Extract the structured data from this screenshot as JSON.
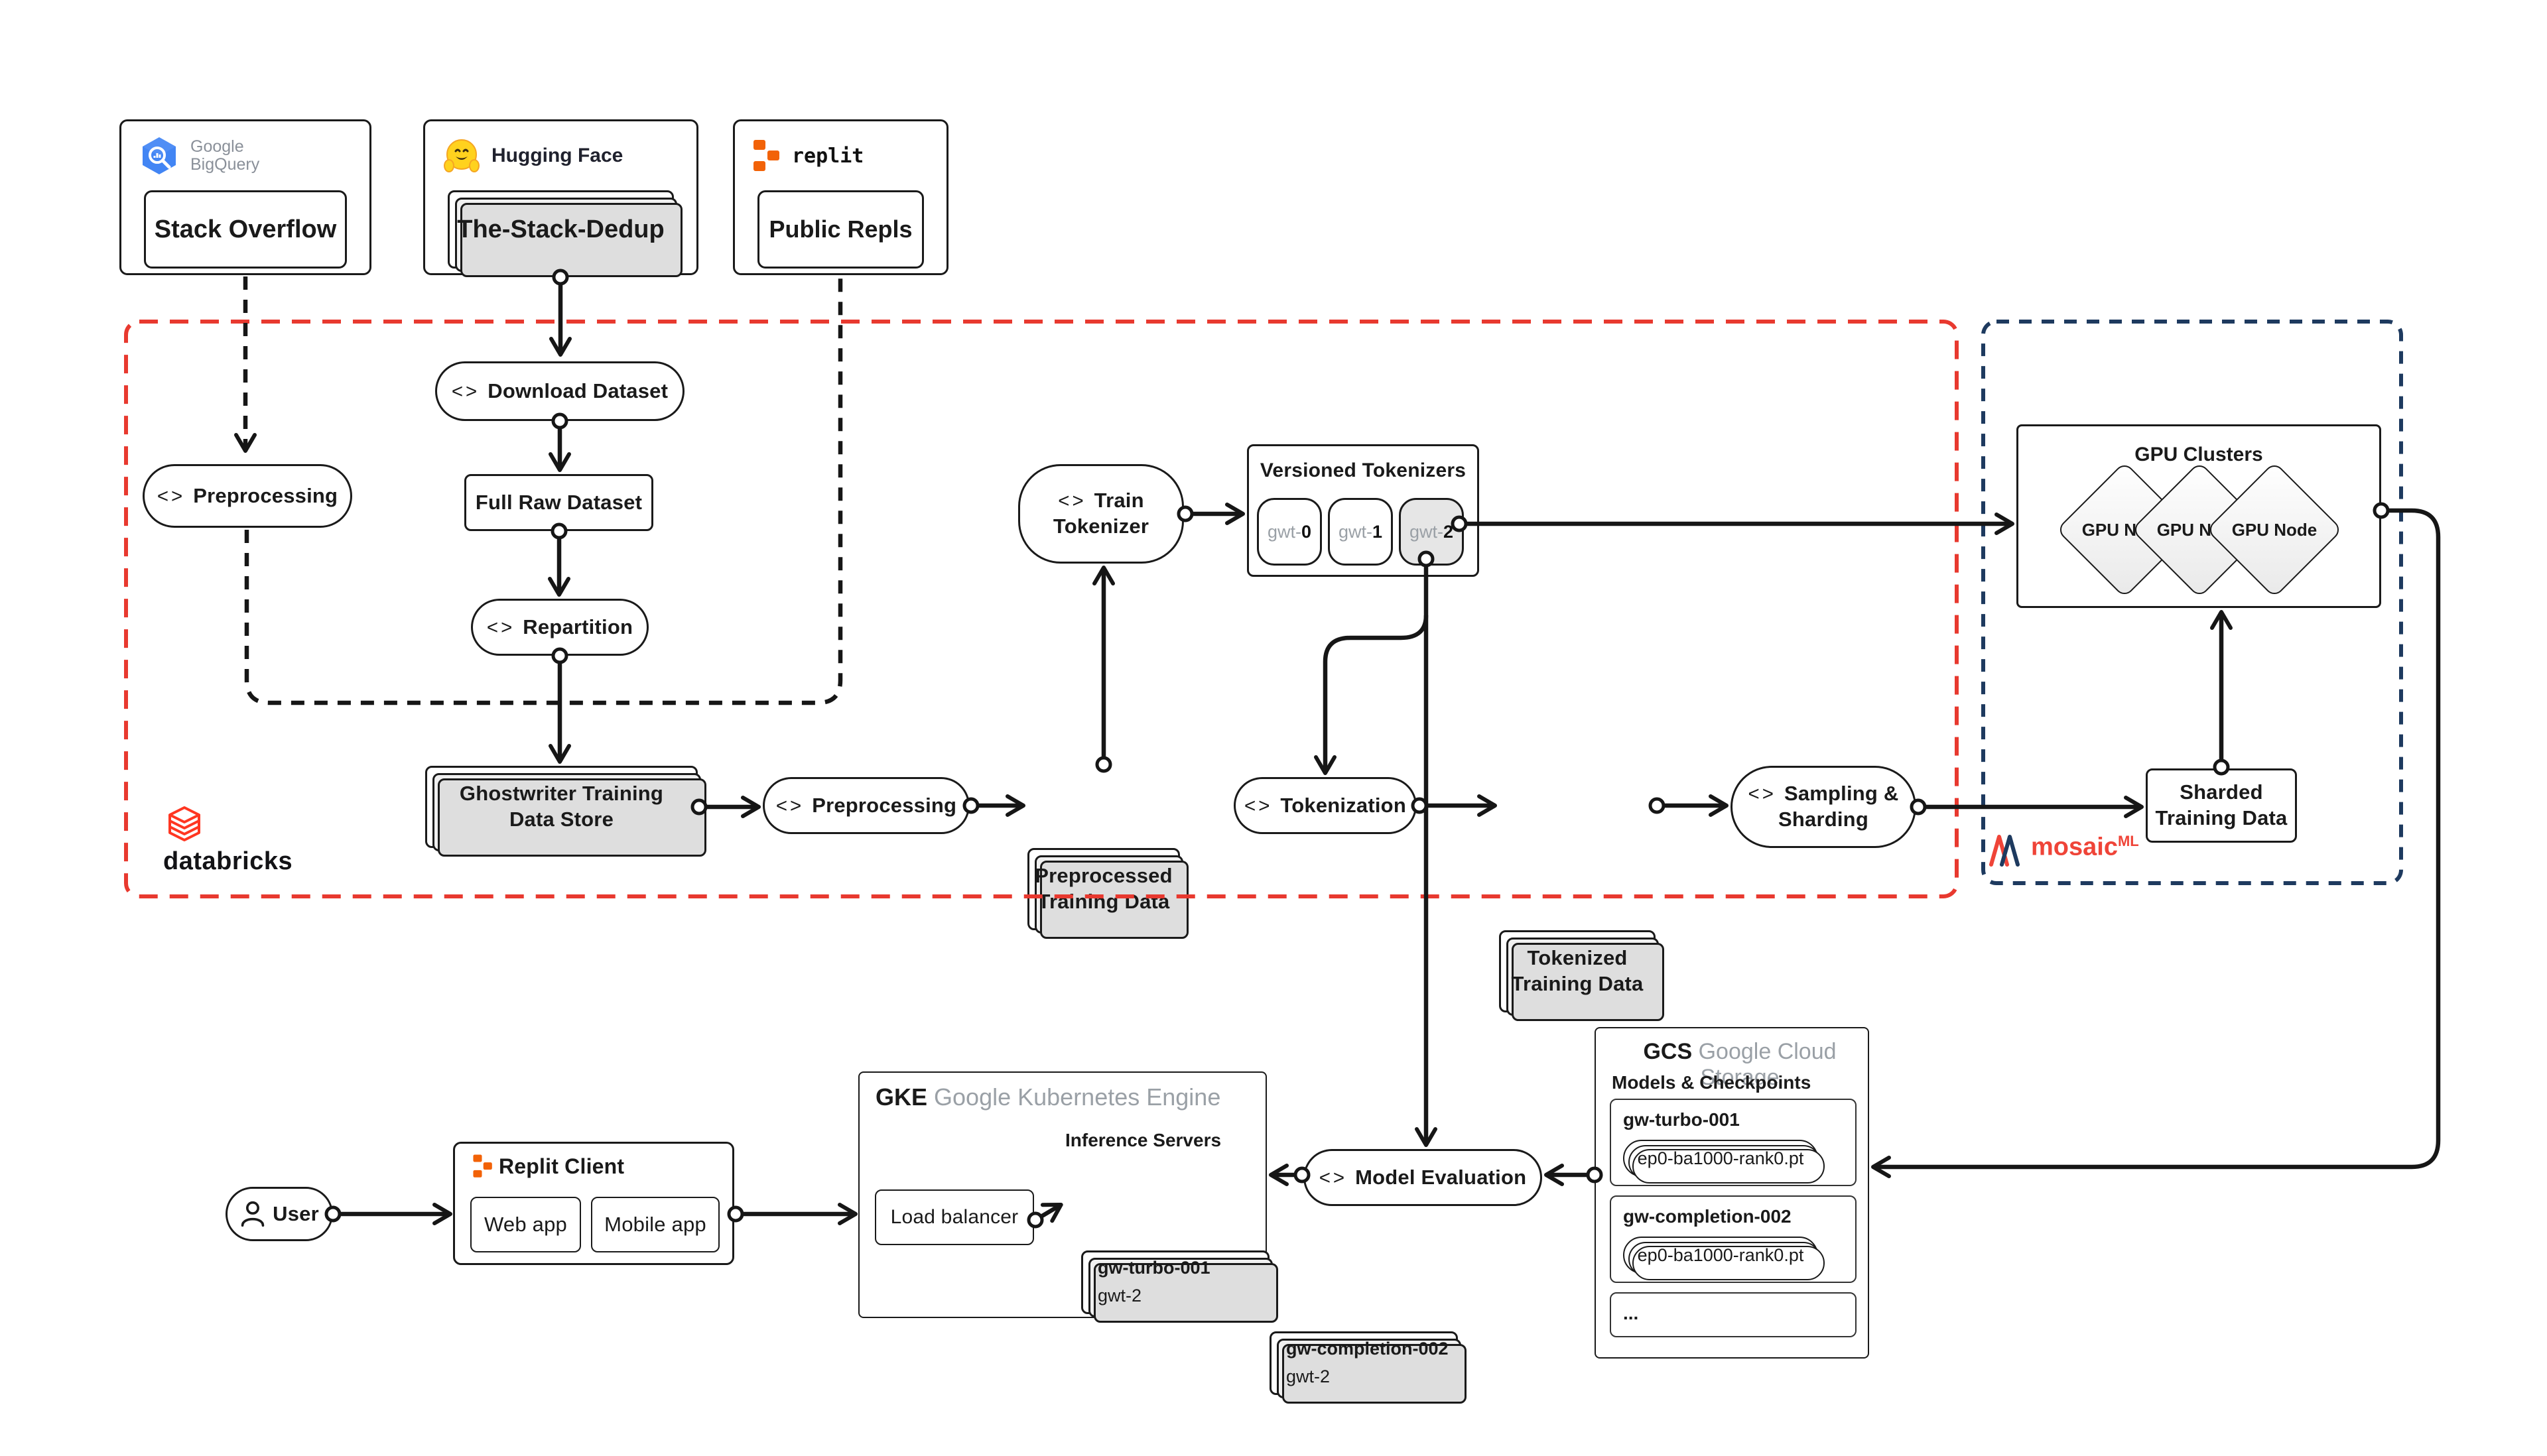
{
  "palette": {
    "red_region": "#e8392f",
    "navy_region": "#1e3a5f",
    "replit_orange": "#f26207",
    "bigquery_blue": "#4285f4",
    "hf_yellow": "#ffd21e",
    "databricks_red": "#ff3621",
    "mosaic_red": "#ef4438",
    "ink": "#1a1a1a",
    "gray_text": "#8a9099"
  },
  "glyph": {
    "code": "<>"
  },
  "sources": {
    "bigquery": {
      "brand1": "Google",
      "brand2": "BigQuery",
      "item": "Stack Overflow"
    },
    "huggingface": {
      "brand": "Hugging Face",
      "item": "The-Stack-Dedup"
    },
    "replit": {
      "brand": "replit",
      "item": "Public Repls"
    }
  },
  "regions": {
    "databricks": {
      "wordmark": "databricks"
    },
    "mosaic": {
      "wordmark": "mosaic",
      "sup": "ML"
    }
  },
  "flow": {
    "preprocessing1": "Preprocessing",
    "download": "Download Dataset",
    "full_raw": "Full Raw Dataset",
    "repartition": "Repartition",
    "train_tokenizer": "Train\nTokenizer",
    "ghostwriter": "Ghostwriter Training\nData Store",
    "preprocessing2": "Preprocessing",
    "preprocessed": "Preprocessed\nTraining Data",
    "tokenization": "Tokenization",
    "tokenized": "Tokenized\nTraining Data",
    "sampling": "Sampling &\nSharding",
    "sharded": "Sharded\nTraining Data",
    "model_eval": "Model Evaluation"
  },
  "tokenizers": {
    "title": "Versioned Tokenizers",
    "chips": [
      {
        "prefix": "gwt-",
        "num": "0"
      },
      {
        "prefix": "gwt-",
        "num": "1"
      },
      {
        "prefix": "gwt-",
        "num": "2"
      }
    ]
  },
  "gpu": {
    "title": "GPU Clusters",
    "node": "GPU Node"
  },
  "user": {
    "label": "User"
  },
  "replit_client": {
    "title": "Replit Client",
    "web": "Web app",
    "mobile": "Mobile app"
  },
  "gke": {
    "abbr": "GKE",
    "name": "Google Kubernetes Engine",
    "inference": "Inference Servers",
    "lb": "Load balancer",
    "servers": [
      {
        "name": "gw-turbo-001",
        "tok": "gwt-2"
      },
      {
        "name": "gw-completion-002",
        "tok": "gwt-2"
      }
    ]
  },
  "gcs": {
    "abbr": "GCS",
    "name": "Google Cloud Storage",
    "section": "Models & Checkpoints",
    "entries": [
      {
        "name": "gw-turbo-001",
        "ckpt": "ep0-ba1000-rank0.pt"
      },
      {
        "name": "gw-completion-002",
        "ckpt": "ep0-ba1000-rank0.pt"
      }
    ],
    "more": "..."
  }
}
